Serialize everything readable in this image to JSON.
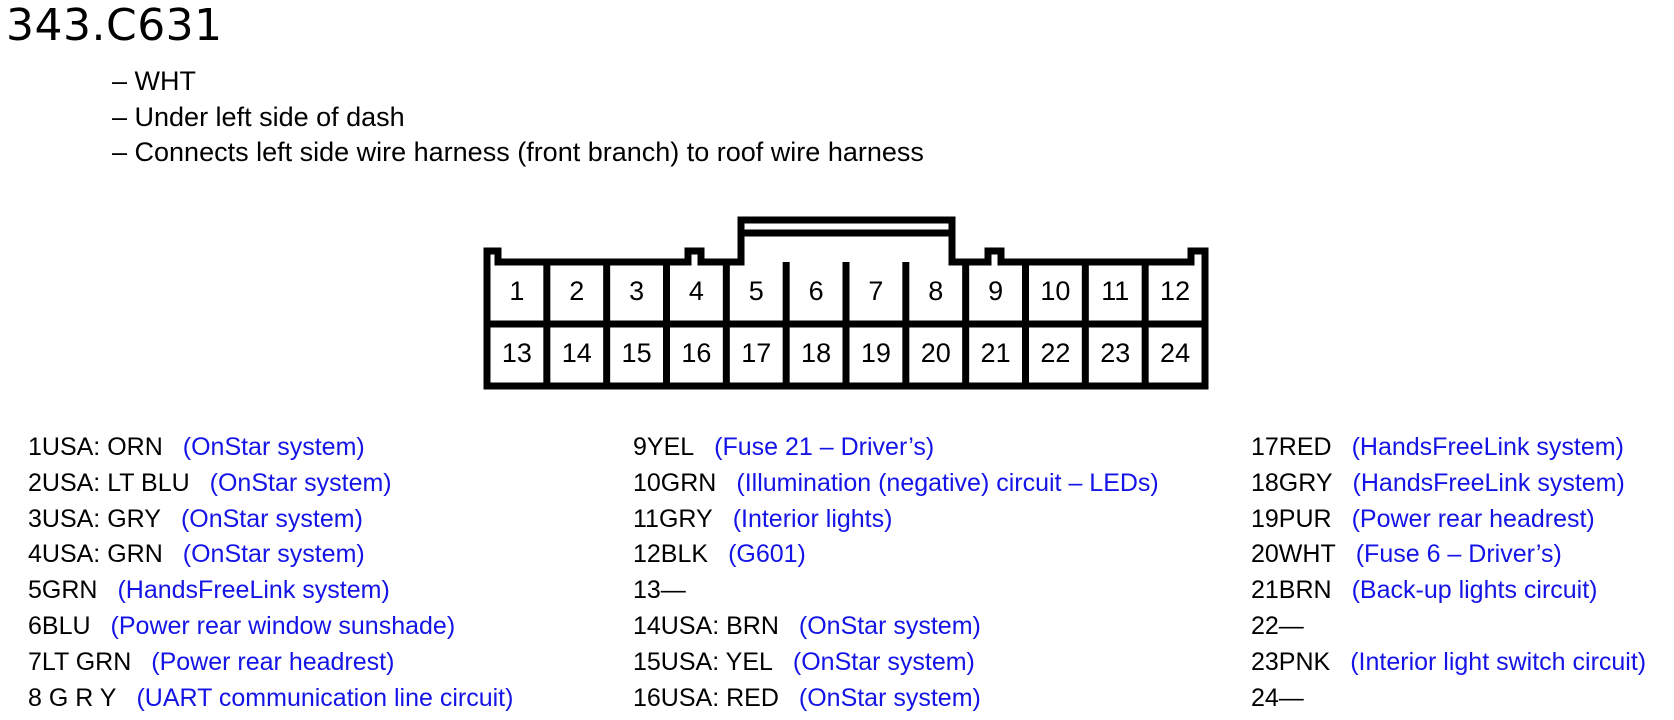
{
  "title": "343.C631",
  "notes": [
    "– WHT",
    "– Under left side of dash",
    "– Connects left side wire harness (front branch) to roof wire harness"
  ],
  "connector": {
    "top_row": [
      "1",
      "2",
      "3",
      "4",
      "5",
      "6",
      "7",
      "8",
      "9",
      "10",
      "11",
      "12"
    ],
    "bottom_row": [
      "13",
      "14",
      "15",
      "16",
      "17",
      "18",
      "19",
      "20",
      "21",
      "22",
      "23",
      "24"
    ]
  },
  "pins": [
    {
      "code": "1USA: ORN",
      "desc": "(OnStar system)"
    },
    {
      "code": "2USA: LT BLU",
      "desc": "(OnStar system)"
    },
    {
      "code": "3USA: GRY",
      "desc": "(OnStar system)"
    },
    {
      "code": "4USA: GRN",
      "desc": "(OnStar system)"
    },
    {
      "code": "5GRN",
      "desc": "(HandsFreeLink system)"
    },
    {
      "code": "6BLU",
      "desc": "(Power rear window sunshade)"
    },
    {
      "code": "7LT GRN",
      "desc": "(Power rear headrest)"
    },
    {
      "code": "8 G R Y",
      "desc": "(UART communication line circuit)"
    },
    {
      "code": "9YEL",
      "desc": "(Fuse 21 – Driver’s)"
    },
    {
      "code": "10GRN",
      "desc": "(Illumination (negative) circuit – LEDs)"
    },
    {
      "code": "11GRY",
      "desc": "(Interior lights)"
    },
    {
      "code": "12BLK",
      "desc": "(G601)"
    },
    {
      "code": "13—",
      "desc": ""
    },
    {
      "code": "14USA: BRN",
      "desc": "(OnStar system)"
    },
    {
      "code": "15USA: YEL",
      "desc": "(OnStar system)"
    },
    {
      "code": "16USA: RED",
      "desc": "(OnStar system)"
    },
    {
      "code": "17RED",
      "desc": "(HandsFreeLink system)"
    },
    {
      "code": "18GRY",
      "desc": "(HandsFreeLink system)"
    },
    {
      "code": "19PUR",
      "desc": "(Power rear headrest)"
    },
    {
      "code": "20WHT",
      "desc": "(Fuse 6 – Driver’s)"
    },
    {
      "code": "21BRN",
      "desc": "(Back-up lights circuit)"
    },
    {
      "code": "22—",
      "desc": ""
    },
    {
      "code": "23PNK",
      "desc": "(Interior light switch circuit)"
    },
    {
      "code": "24—",
      "desc": ""
    }
  ]
}
